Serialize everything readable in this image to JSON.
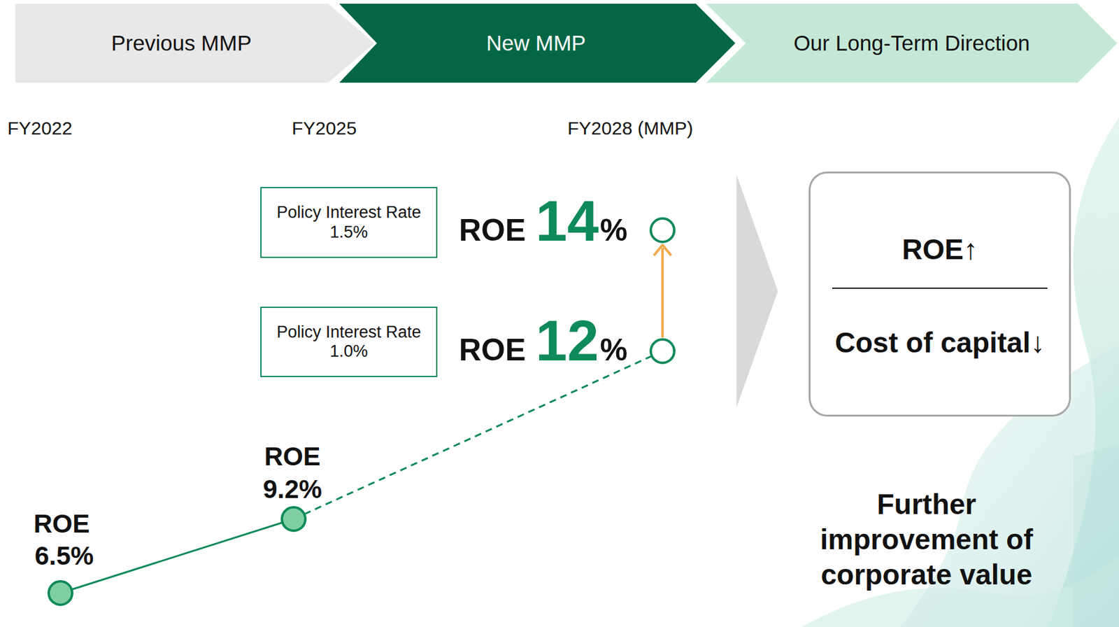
{
  "diagram": {
    "nodes": [
      {
        "text": [
          "Previous MMP"
        ]
      },
      {
        "text": [
          "New MMP"
        ]
      },
      {
        "text": [
          "Our Long-Term Direction"
        ]
      },
      {
        "text": [
          "Policy Interest Rate",
          "1.5%"
        ]
      },
      {
        "text": [
          "Policy Interest Rate",
          "1.0%"
        ]
      },
      {
        "text": [
          "ROE↑",
          "Cost of capital↓"
        ]
      }
    ],
    "labels": [
      "FY2022",
      "FY2025",
      "FY2028 (MMP)",
      "ROE",
      "14",
      "%",
      "ROE",
      "12",
      "%",
      "ROE",
      "9.2%",
      "ROE",
      "6.5%",
      "Further improvement of corporate value"
    ]
  }
}
